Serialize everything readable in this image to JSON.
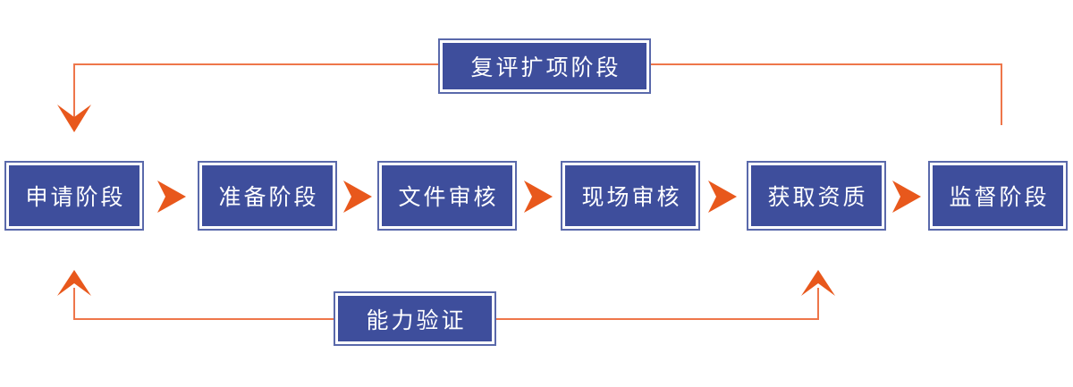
{
  "diagram": {
    "stages": [
      {
        "label": "申请阶段"
      },
      {
        "label": "准备阶段"
      },
      {
        "label": "文件审核"
      },
      {
        "label": "现场审核"
      },
      {
        "label": "获取资质"
      },
      {
        "label": "监督阶段"
      }
    ],
    "top_loop_label": "复评扩项阶段",
    "bottom_loop_label": "能力验证",
    "colors": {
      "box_fill": "#3E4E9C",
      "box_border": "#5A69AB",
      "arrowhead": "#E8581C",
      "line": "#EE764A",
      "text": "#FFFFFF",
      "background": "#FFFFFF"
    }
  }
}
